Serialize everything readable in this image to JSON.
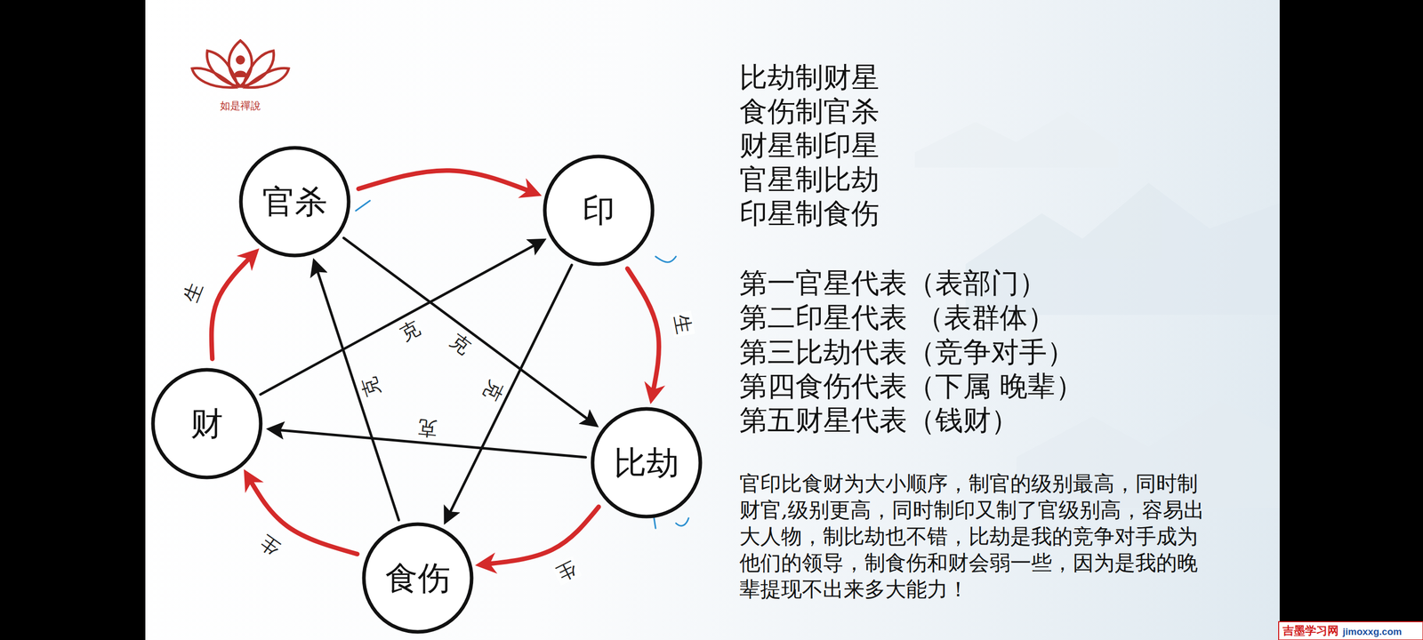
{
  "diagram": {
    "nodes": [
      {
        "text": [
          "官杀"
        ]
      },
      {
        "text": [
          "印"
        ]
      },
      {
        "text": [
          "比劫"
        ]
      },
      {
        "text": [
          "食伤"
        ]
      },
      {
        "text": [
          "财"
        ]
      }
    ],
    "edges": [
      {
        "from": 0,
        "to": 1,
        "arrow": "to"
      },
      {
        "from": 1,
        "to": 2,
        "arrow": "to",
        "label": "生"
      },
      {
        "from": 2,
        "to": 3,
        "arrow": "to",
        "label": "生"
      },
      {
        "from": 3,
        "to": 4,
        "arrow": "to",
        "label": "生"
      },
      {
        "from": 4,
        "to": 0,
        "arrow": "to",
        "label": "生"
      },
      {
        "from": 4,
        "to": 1,
        "arrow": "to",
        "label": "克"
      },
      {
        "from": 1,
        "to": 3,
        "arrow": "to",
        "label": "克"
      },
      {
        "from": 2,
        "to": 4,
        "arrow": "to",
        "label": "克"
      },
      {
        "from": 3,
        "to": 0,
        "arrow": "to",
        "label": "克"
      },
      {
        "from": 0,
        "to": 2,
        "arrow": "to",
        "label": "克"
      }
    ],
    "labels": [
      "比劫制财星",
      "食伤制官杀",
      "财星制印星",
      "官星制比劫",
      "印星制食伤",
      "第一官星代表（表部门）",
      "第二印星代表 （表群体）",
      "第三比劫代表（竞争对手）",
      "第四食伤代表（下属 晚辈）",
      "第五财星代表（钱财）",
      "官印比食财为大小顺序，制官的级别最高，同时制财官,级别更高，同时制印又制了官级别高，容易出大人物，制比劫也不错，比劫是我的竞争对手成为他们的领导，制食伤和财会弱一些，因为是我的晚辈提现不出来多大能力！",
      "如是禪說",
      "吉墨学习网",
      "jimoxxg.com"
    ]
  }
}
